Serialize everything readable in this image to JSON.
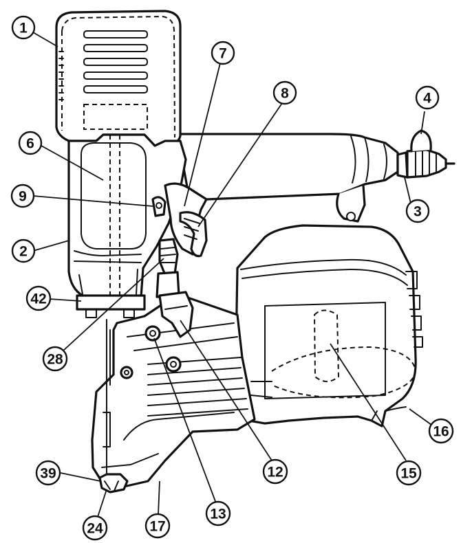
{
  "callouts": [
    {
      "id": "c1",
      "label": "1"
    },
    {
      "id": "c2",
      "label": "2"
    },
    {
      "id": "c3",
      "label": "3"
    },
    {
      "id": "c4",
      "label": "4"
    },
    {
      "id": "c6",
      "label": "6"
    },
    {
      "id": "c7",
      "label": "7"
    },
    {
      "id": "c8",
      "label": "8"
    },
    {
      "id": "c9",
      "label": "9"
    },
    {
      "id": "c12",
      "label": "12"
    },
    {
      "id": "c13",
      "label": "13"
    },
    {
      "id": "c15",
      "label": "15"
    },
    {
      "id": "c16",
      "label": "16"
    },
    {
      "id": "c17",
      "label": "17"
    },
    {
      "id": "c24",
      "label": "24"
    },
    {
      "id": "c28",
      "label": "28"
    },
    {
      "id": "c39",
      "label": "39"
    },
    {
      "id": "c42",
      "label": "42"
    }
  ]
}
